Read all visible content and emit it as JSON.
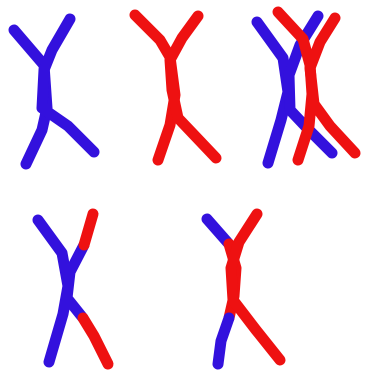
{
  "colors": {
    "blue": "#3311dd",
    "red": "#ee1111",
    "background": "#ffffff"
  },
  "figure": {
    "kind": "chromosome crossover diagram",
    "panels": [
      {
        "id": "blue-chromosome",
        "colors": [
          "blue"
        ]
      },
      {
        "id": "red-chromosome",
        "colors": [
          "red"
        ]
      },
      {
        "id": "paired-chromosomes",
        "colors": [
          "blue",
          "red"
        ]
      },
      {
        "id": "recombinant-mostly-blue",
        "colors": [
          "blue",
          "red"
        ]
      },
      {
        "id": "recombinant-mostly-red",
        "colors": [
          "red",
          "blue"
        ]
      }
    ]
  }
}
